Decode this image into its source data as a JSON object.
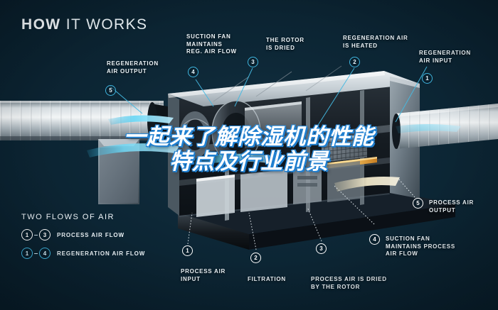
{
  "title": {
    "bold": "HOW",
    "light": "IT WORKS"
  },
  "colors": {
    "background": "#0a2230",
    "accent_cyan": "#3fb6e0",
    "text_white": "#eef5f9",
    "headline_outline": "#1f7fd0"
  },
  "overlay_headline": {
    "line1": "一起来了解除湿机的性能",
    "line2": "特点及行业前景"
  },
  "callouts": [
    {
      "id": "regeneration-air-output",
      "number": "5",
      "style": "cyan",
      "label": "REGENERATION\nAIR OUTPUT"
    },
    {
      "id": "suction-fan-regeneration",
      "number": "4",
      "style": "cyan",
      "label": "SUCTION FAN\nMAINTAINS\nREG. AIR FLOW"
    },
    {
      "id": "rotor-is-dried",
      "number": "3",
      "style": "cyan",
      "label": "THE ROTOR\nIS DRIED"
    },
    {
      "id": "regeneration-air-heated",
      "number": "2",
      "style": "cyan",
      "label": "REGENERATION AIR\nIS HEATED"
    },
    {
      "id": "regeneration-air-input",
      "number": "1",
      "style": "cyan",
      "label": "REGENERATION\nAIR INPUT"
    },
    {
      "id": "process-air-output",
      "number": "5",
      "style": "white",
      "label": "PROCESS AIR\nOUTPUT"
    },
    {
      "id": "suction-fan-process",
      "number": "4",
      "style": "white",
      "label": "SUCTION FAN\nMAINTAINS PROCESS\nAIR FLOW"
    },
    {
      "id": "process-air-input",
      "number": "1",
      "style": "white",
      "label": "PROCESS AIR\nINPUT"
    },
    {
      "id": "filtration",
      "number": "2",
      "style": "white",
      "label": "FILTRATION"
    },
    {
      "id": "process-air-dried",
      "number": "3",
      "style": "white",
      "label": "PROCESS AIR IS DRIED\nBY THE ROTOR"
    }
  ],
  "labels": {
    "regeneration_air_output_l1": "REGENERATION",
    "regeneration_air_output_l2": "AIR OUTPUT",
    "suction_fan_reg_l1": "SUCTION FAN",
    "suction_fan_reg_l2": "MAINTAINS",
    "suction_fan_reg_l3": "REG. AIR FLOW",
    "rotor_dried_l1": "THE ROTOR",
    "rotor_dried_l2": "IS DRIED",
    "reg_air_heated_l1": "REGENERATION AIR",
    "reg_air_heated_l2": "IS HEATED",
    "reg_air_input_l1": "REGENERATION",
    "reg_air_input_l2": "AIR INPUT",
    "process_air_output_l1": "PROCESS AIR",
    "process_air_output_l2": "OUTPUT",
    "suction_fan_proc_l1": "SUCTION FAN",
    "suction_fan_proc_l2": "MAINTAINS PROCESS",
    "suction_fan_proc_l3": "AIR FLOW",
    "process_air_input_l1": "PROCESS AIR",
    "process_air_input_l2": "INPUT",
    "filtration": "FILTRATION",
    "process_air_dried_l1": "PROCESS AIR IS DRIED",
    "process_air_dried_l2": "BY THE ROTOR"
  },
  "numbers": {
    "n1": "1",
    "n2": "2",
    "n3": "3",
    "n4": "4",
    "n5": "5",
    "b1": "1",
    "b2": "2",
    "b3": "3",
    "b4": "4",
    "b5": "5"
  },
  "legend": {
    "heading": "TWO FLOWS OF AIR",
    "rows": [
      {
        "from": "1",
        "dash": "–",
        "to": "3",
        "label": "PROCESS AIR FLOW",
        "style": "white"
      },
      {
        "from": "1",
        "dash": "–",
        "to": "4",
        "label": "REGENERATION AIR FLOW",
        "style": "cyan"
      }
    ],
    "row1_from": "1",
    "row1_dash": "–",
    "row1_to": "3",
    "row1_label": "PROCESS AIR FLOW",
    "row2_from": "1",
    "row2_dash": "–",
    "row2_to": "4",
    "row2_label": "REGENERATION AIR FLOW"
  }
}
